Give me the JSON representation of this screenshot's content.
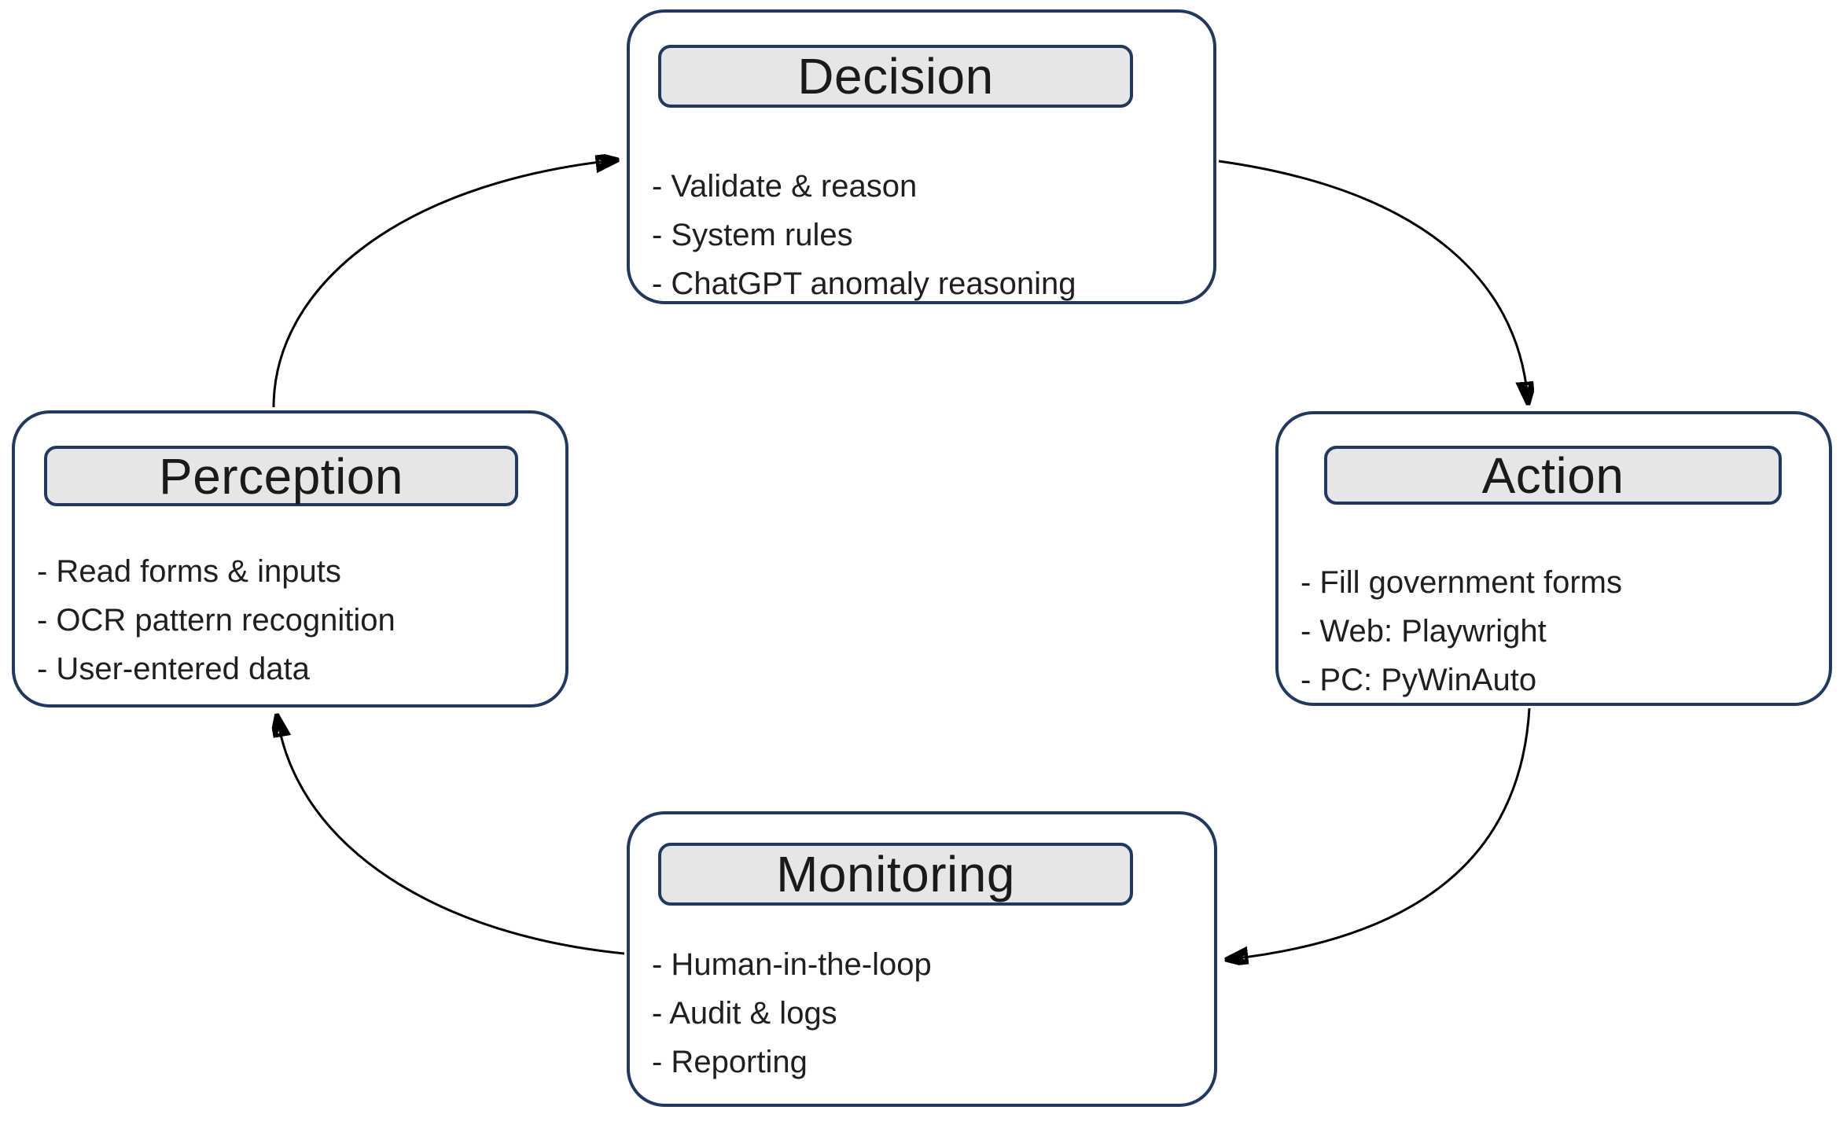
{
  "diagram": {
    "type": "cycle",
    "colors": {
      "box_border": "#1f3864",
      "box_fill": "#ffffff",
      "badge_fill": "#e7e6e6",
      "badge_border": "#1f3864",
      "arrow": "#000000",
      "title_text": "#1a1a1a",
      "item_text": "#1f1f1f",
      "background": "#ffffff"
    },
    "nodes": [
      {
        "id": "decision",
        "title": "Decision",
        "items": [
          "- Validate & reason",
          "- System rules",
          "- ChatGPT anomaly reasoning"
        ]
      },
      {
        "id": "action",
        "title": "Action",
        "items": [
          "- Fill government forms",
          "- Web: Playwright",
          "- PC: PyWinAuto"
        ]
      },
      {
        "id": "monitoring",
        "title": "Monitoring",
        "items": [
          "- Human-in-the-loop",
          "- Audit & logs",
          "- Reporting"
        ]
      },
      {
        "id": "perception",
        "title": "Perception",
        "items": [
          "- Read forms & inputs",
          "- OCR pattern recognition",
          "- User-entered data"
        ]
      }
    ],
    "edges": [
      {
        "label": "Perception to Decision"
      },
      {
        "label": "Decision to Action"
      },
      {
        "label": "Action to Monitoring"
      },
      {
        "label": "Monitoring to Perception"
      }
    ]
  }
}
